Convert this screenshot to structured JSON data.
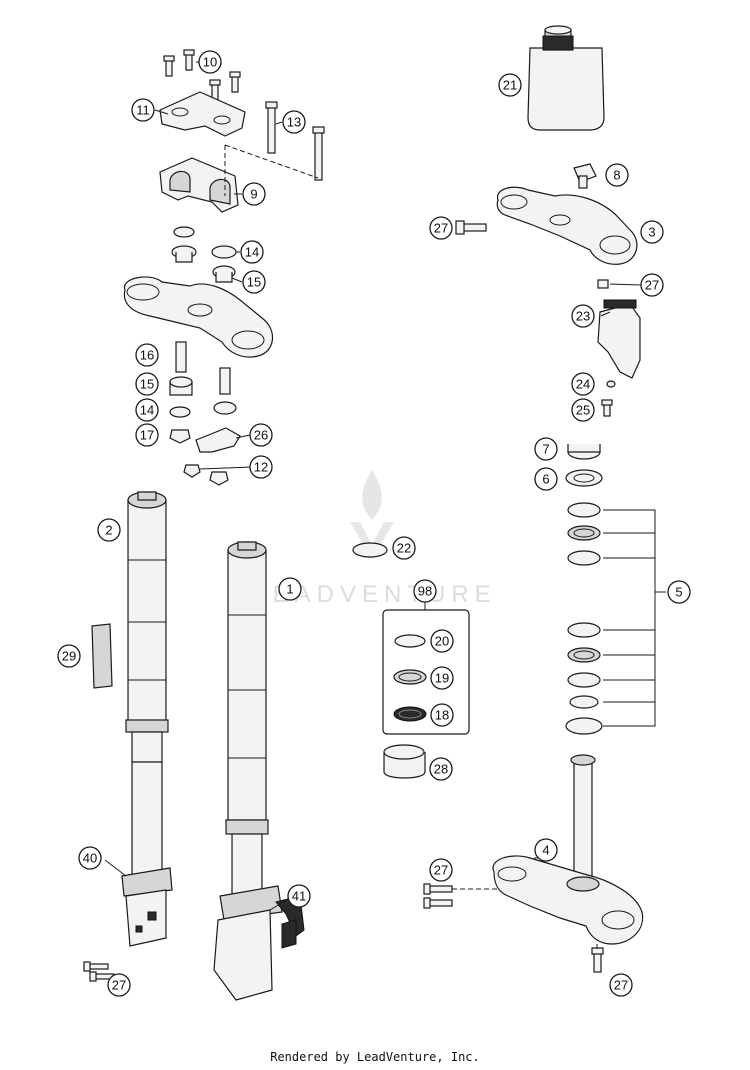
{
  "diagram": {
    "watermark": "LEADVENTURE",
    "callouts": {
      "c10": "10",
      "c11": "11",
      "c13": "13",
      "c9": "9",
      "c14a": "14",
      "c15a": "15",
      "c16": "16",
      "c15b": "15",
      "c14b": "14",
      "c17": "17",
      "c26": "26",
      "c12": "12",
      "c21": "21",
      "c8": "8",
      "c27a": "27",
      "c3": "3",
      "c27b": "27",
      "c23": "23",
      "c24": "24",
      "c25": "25",
      "c7": "7",
      "c6": "6",
      "c5": "5",
      "c2": "2",
      "c29": "29",
      "c40": "40",
      "c27c": "27",
      "c1": "1",
      "c41": "41",
      "c22": "22",
      "c98": "98",
      "c20": "20",
      "c19": "19",
      "c18": "18",
      "c28": "28",
      "c4": "4",
      "c27d": "27",
      "c27e": "27"
    }
  },
  "footer": {
    "text": "Rendered by LeadVenture, Inc."
  }
}
